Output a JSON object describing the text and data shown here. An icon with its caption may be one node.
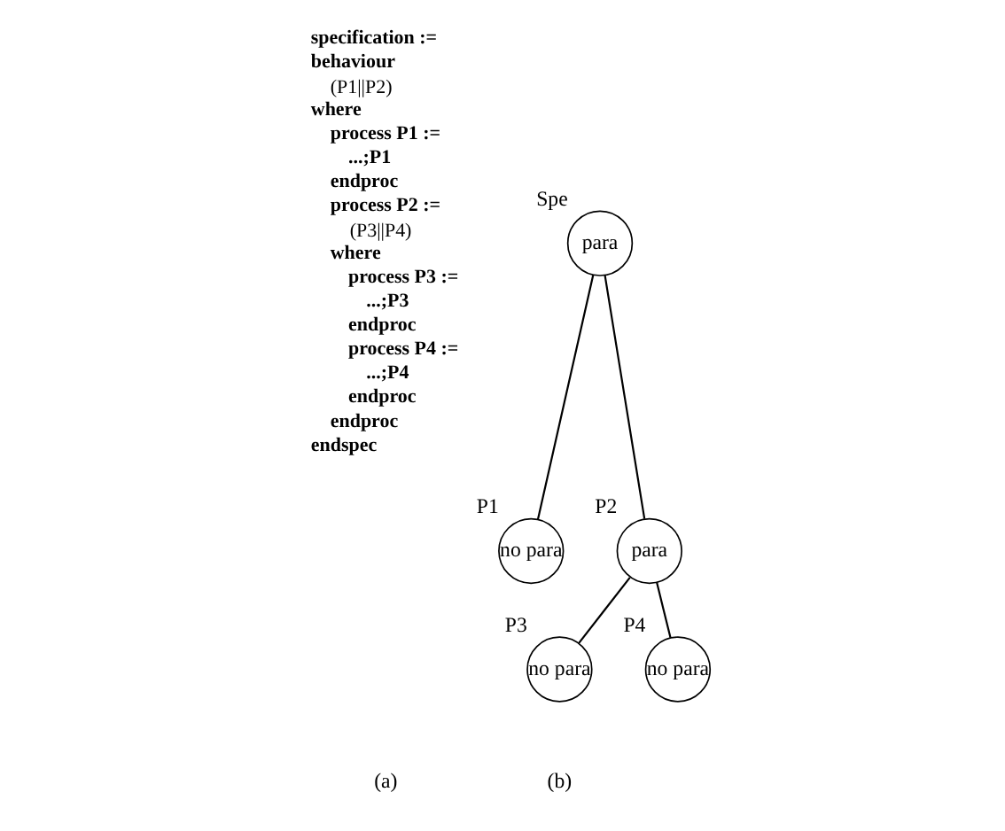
{
  "diagram": {
    "nodes": [
      {
        "text": [
          "para"
        ],
        "beside": [
          "Spe"
        ]
      },
      {
        "text": [
          "no para"
        ],
        "beside": [
          "P1"
        ]
      },
      {
        "text": [
          "para"
        ],
        "beside": [
          "P2"
        ]
      },
      {
        "text": [
          "no para"
        ],
        "beside": [
          "P3"
        ]
      },
      {
        "text": [
          "no para"
        ],
        "beside": [
          "P4"
        ]
      }
    ],
    "edges": [
      {
        "from": 0,
        "to": 1,
        "arrow": "none"
      },
      {
        "from": 0,
        "to": 2,
        "arrow": "none"
      },
      {
        "from": 2,
        "to": 3,
        "arrow": "none"
      },
      {
        "from": 2,
        "to": 4,
        "arrow": "none"
      }
    ],
    "labels": [
      "specification :=",
      "behaviour",
      "(P1||P2)",
      "where",
      "process P1 :=",
      "...;P1",
      "endproc",
      "process P2 :=",
      "(P3||P4)",
      "where",
      "process P3 :=",
      "...;P3",
      "endproc",
      "process P4 :=",
      "...;P4",
      "endproc",
      "endproc",
      "endspec",
      "(a)",
      "(b)"
    ]
  }
}
